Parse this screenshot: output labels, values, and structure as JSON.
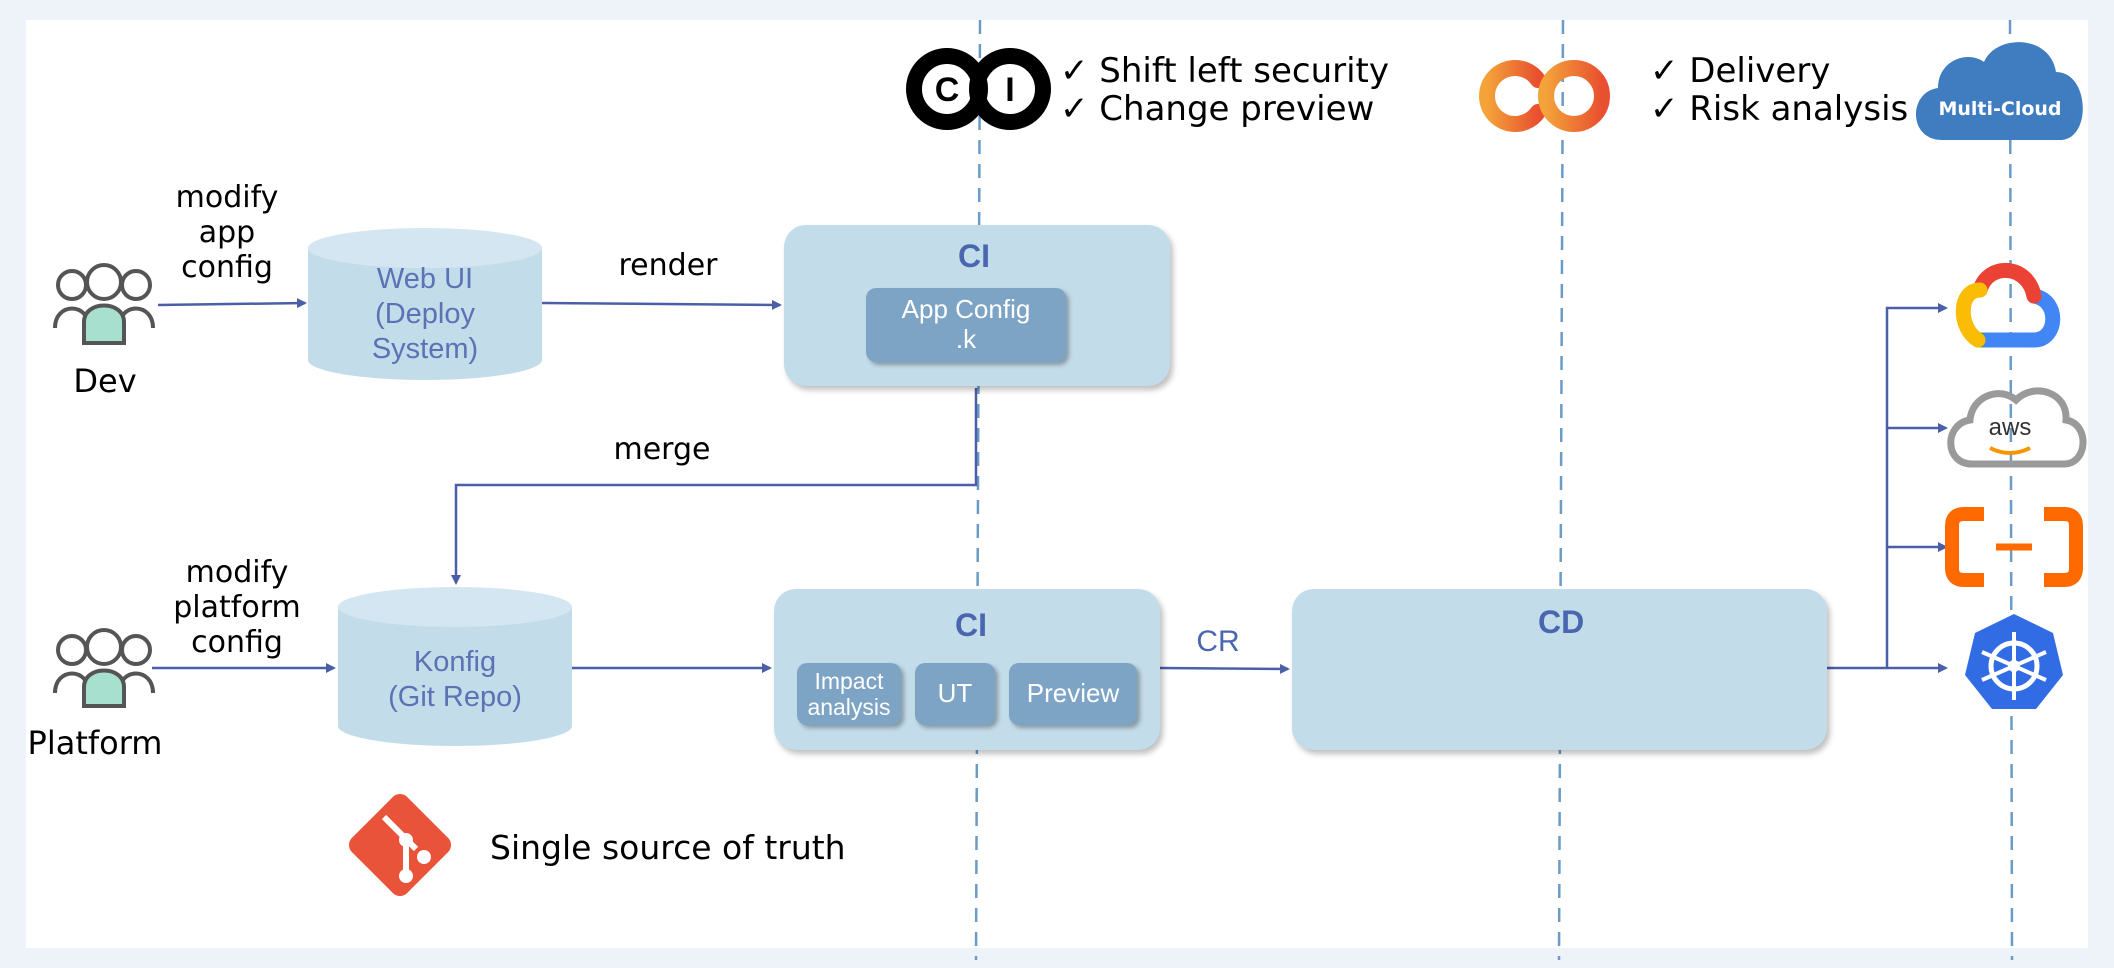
{
  "actors": {
    "dev": "Dev",
    "platform": "Platform"
  },
  "edges": {
    "modify_app_config": [
      "modify",
      "app",
      "config"
    ],
    "modify_platform_config": [
      "modify",
      "platform",
      "config"
    ],
    "render": "render",
    "merge": "merge",
    "cr": "CR"
  },
  "web_ui": [
    "Web UI",
    "(Deploy",
    "System)"
  ],
  "konfig": [
    "Konfig",
    "(Git Repo)"
  ],
  "ci_top": {
    "title": "CI",
    "chip": [
      "App Config",
      ".k"
    ]
  },
  "ci_bottom": {
    "title": "CI",
    "chips": [
      [
        "Impact",
        "analysis"
      ],
      [
        "UT"
      ],
      [
        "Preview"
      ]
    ]
  },
  "cd": {
    "title": "CD"
  },
  "ci_logo": {
    "text": "C I",
    "checks": [
      "✓ Shift left security",
      "✓ Change preview"
    ]
  },
  "cd_logo": {
    "checks": [
      "✓ Delivery",
      "✓ Risk analysis"
    ]
  },
  "multicloud": "Multi-Cloud",
  "aws": "aws",
  "git_note": "Single source of truth",
  "colors": {
    "box": "#c3dce9",
    "chip": "#7da4c5",
    "arrow": "#4a5fa8",
    "dash": "#6a9cc6",
    "git": "#e9533a",
    "k8s": "#326ce5"
  }
}
